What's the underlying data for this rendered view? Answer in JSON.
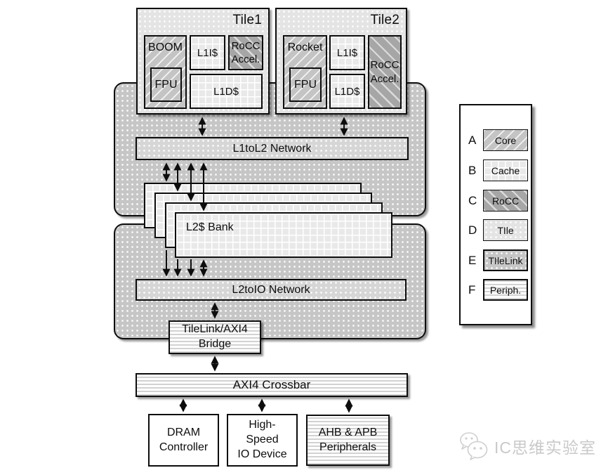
{
  "tiles": [
    {
      "name": "Tile1",
      "core": "BOOM",
      "fpu": "FPU",
      "l1i": "L1I$",
      "l1d": "L1D$",
      "rocc_lines": [
        "RoCC",
        "Accel."
      ]
    },
    {
      "name": "Tile2",
      "core": "Rocket",
      "fpu": "FPU",
      "l1i": "L1I$",
      "l1d": "L1D$",
      "rocc_lines": [
        "RoCC",
        "Accel."
      ]
    }
  ],
  "networks": {
    "l1tol2": "L1toL2 Network",
    "l2toio": "L2toIO Network"
  },
  "l2_bank_label": "L2$ Bank",
  "bridge_lines": [
    "TileLink/AXI4",
    "Bridge"
  ],
  "crossbar_label": "AXI4 Crossbar",
  "bottom_boxes": [
    {
      "lines": [
        "DRAM",
        "Controller"
      ]
    },
    {
      "lines": [
        "High-",
        "Speed",
        "IO Device"
      ]
    },
    {
      "lines": [
        "AHB & APB",
        "Peripherals"
      ]
    }
  ],
  "legend": {
    "items": [
      {
        "key": "A",
        "label": "Core"
      },
      {
        "key": "B",
        "label": "Cache"
      },
      {
        "key": "C",
        "label": "RoCC"
      },
      {
        "key": "D",
        "label": "TIle"
      },
      {
        "key": "E",
        "label": "TIleLink"
      },
      {
        "key": "F",
        "label": "Periph."
      }
    ]
  },
  "watermark": {
    "text": "IC思维实验室"
  },
  "colors": {
    "ink": "#0d0d0d",
    "tile_dots_bg": "#e4e4e4",
    "link_dots_bg": "#c6c6c6",
    "net_dots_bg": "#d6d6d6",
    "core_bg": "#c4c4c4",
    "rocc_bg": "#a6a6a6",
    "cache_bg": "#e9e9e9",
    "stripe_line": "#d2d2d2",
    "watermark": "#c9c9c9"
  }
}
